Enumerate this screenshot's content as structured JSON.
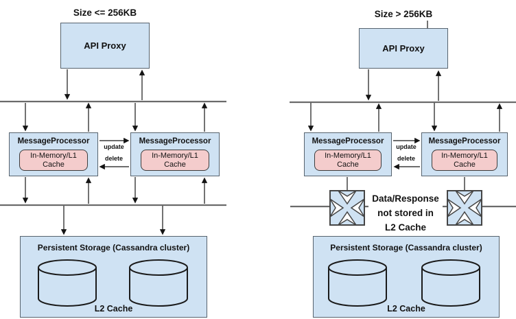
{
  "colors": {
    "node_fill": "#cfe2f3",
    "cache_fill": "#f4cccc",
    "node_border": "#56626d",
    "bus_line": "#6a6a6a",
    "arrow": "#141414",
    "text": "#111111"
  },
  "left": {
    "title": "Size <= 256KB",
    "api_proxy": "API Proxy",
    "message_processor": "MessageProcessor",
    "l1_cache": "In-Memory/L1\nCache",
    "update_label": "update",
    "delete_label": "delete",
    "storage_title": "Persistent Storage (Cassandra cluster)",
    "l2_cache": "L2 Cache"
  },
  "right": {
    "title": "Size > 256KB",
    "api_proxy": "API Proxy",
    "message_processor": "MessageProcessor",
    "l1_cache": "In-Memory/L1\nCache",
    "update_label": "update",
    "delete_label": "delete",
    "annotation": "Data/Response\nnot stored in\nL2 Cache",
    "storage_title": "Persistent Storage (Cassandra cluster)",
    "l2_cache": "L2 Cache"
  }
}
